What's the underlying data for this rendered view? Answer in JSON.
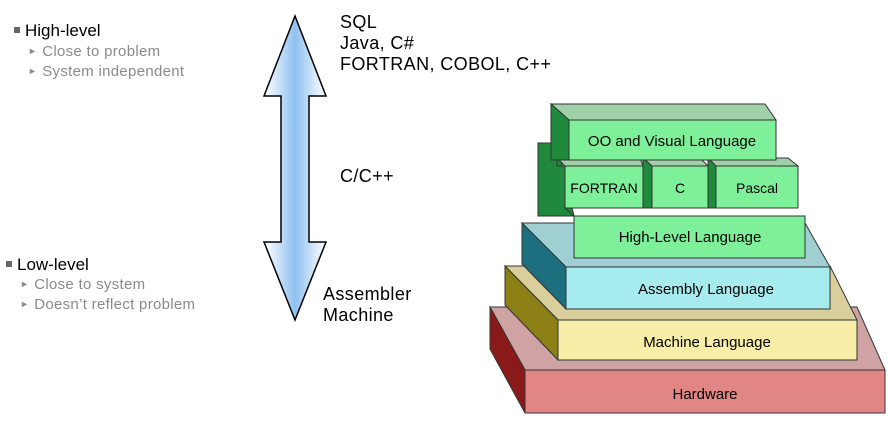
{
  "high_level": {
    "title": "High-level",
    "points": [
      "Close to problem",
      "System independent"
    ]
  },
  "low_level": {
    "title": "Low-level",
    "points": [
      "Close to system",
      "Doesn’t reflect problem"
    ]
  },
  "arrow_labels": {
    "top": [
      "SQL",
      "Java, C#",
      "FORTRAN, COBOL, C++"
    ],
    "middle": "C/C++",
    "bottom": [
      "Assembler",
      "Machine"
    ]
  },
  "pyramid": {
    "oo_visual": "OO and Visual Language",
    "fortran": "FORTRAN",
    "c": "C",
    "pascal": "Pascal",
    "high_level_language": "High-Level Language",
    "assembly_language": "Assembly Language",
    "machine_language": "Machine Language",
    "hardware": "Hardware"
  },
  "colors": {
    "hardware": "#e28585",
    "machine": "#f7eda7",
    "assembly": "#a6ecef",
    "high_level": "#7ff09a",
    "arrow_center": "#8fc1ef"
  }
}
